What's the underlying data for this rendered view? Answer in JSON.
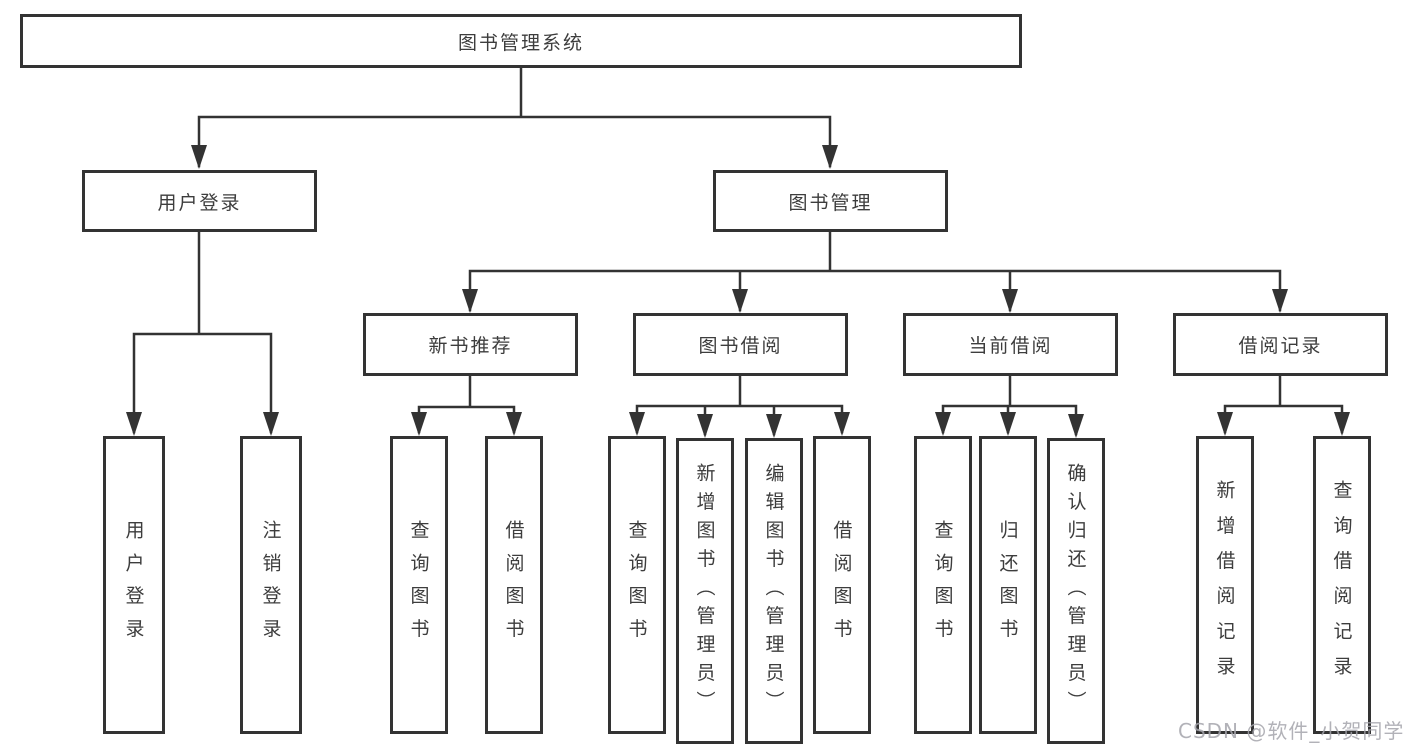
{
  "diagram": {
    "nodes": {
      "root": "图书管理系统",
      "user_login": "用户登录",
      "book_management": "图书管理",
      "user_children": [
        "用户登录",
        "注销登录"
      ],
      "modules": [
        {
          "label": "新书推荐",
          "children": [
            "查询图书",
            "借阅图书"
          ]
        },
        {
          "label": "图书借阅",
          "children": [
            "查询图书",
            "新增图书（管理员）",
            "编辑图书（管理员）",
            "借阅图书"
          ]
        },
        {
          "label": "当前借阅",
          "children": [
            "查询图书",
            "归还图书",
            "确认归还（管理员）"
          ]
        },
        {
          "label": "借阅记录",
          "children": [
            "新增借阅记录",
            "查询借阅记录"
          ]
        }
      ]
    },
    "watermark": "CSDN @软件_小贺同学",
    "colors": {
      "line": "#333333",
      "box_border": "#333333",
      "text": "#3d3d3d",
      "watermark": "#a5a5ac",
      "background": "#ffffff"
    }
  }
}
